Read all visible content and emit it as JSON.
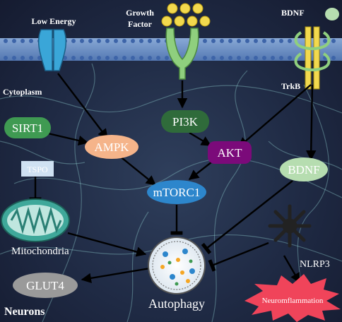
{
  "labels": {
    "low_energy": "Low Energy",
    "growth_factor_line1": "Growth",
    "growth_factor_line2": "Factor",
    "bdnf_top": "BDNF",
    "trkb": "TrkB",
    "cytoplasm": "Cytoplasm",
    "sirt1": "SIRT1",
    "ampk": "AMPK",
    "pi3k": "PI3K",
    "akt": "AKT",
    "tspo": "TSPO",
    "bdnf": "BDNF",
    "mtorc1": "mTORC1",
    "mitochondria": "Mitochondria",
    "nlrp3": "NLRP3",
    "glut4": "GLUT4",
    "autophagy": "Autophagy",
    "neurons": "Neurons",
    "neuroinflammation": "Neuromflammation"
  },
  "colors": {
    "membrane": "#7fa6e0",
    "sirt1": "#3f9a52",
    "ampk": "#f5b48a",
    "pi3k": "#2f6b3a",
    "akt": "#7b0a7a",
    "tspo": "#cfe1f2",
    "bdnf": "#b6ddb0",
    "mtorc1": "#2d86cc",
    "glut4": "#9a9a9a",
    "neuroinflammation": "#f0445a",
    "channel": "#3aa6d8",
    "receptor": "#8fcf7e",
    "growth_factor": "#f2d94e"
  }
}
